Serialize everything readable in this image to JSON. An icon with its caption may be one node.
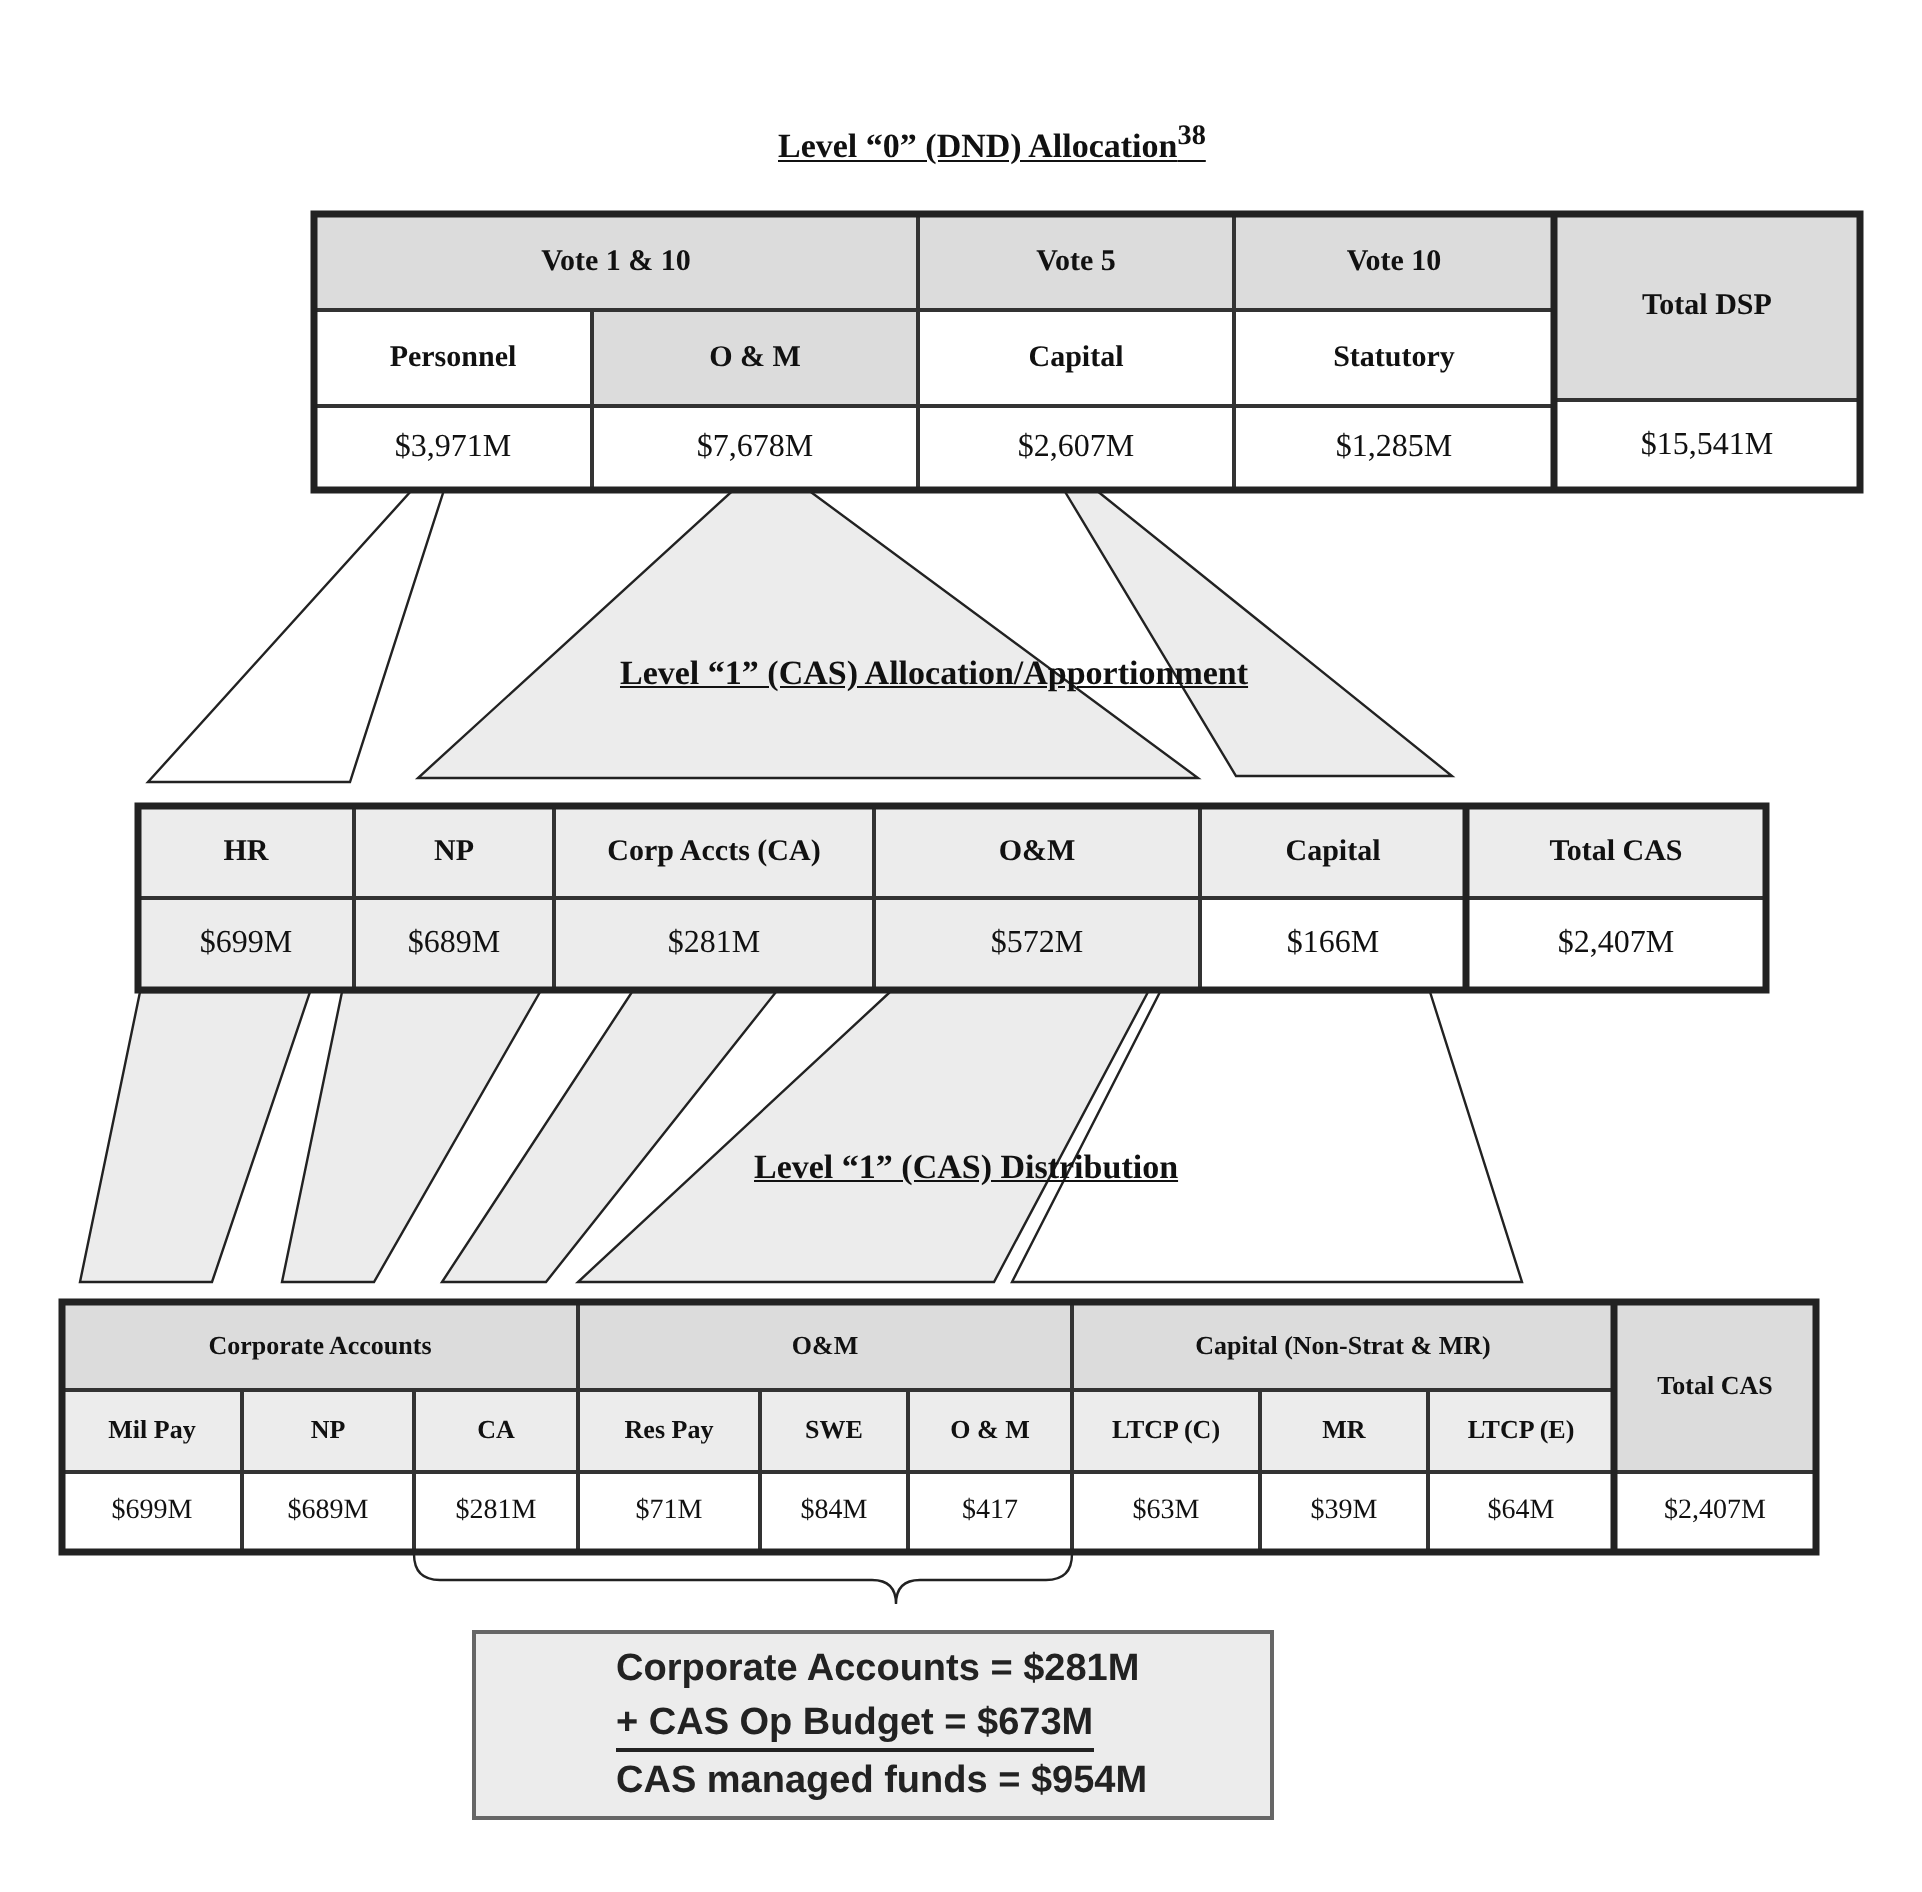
{
  "diagram": {
    "title": "Level “0” (DND) Allocation$^{38}$",
    "nodes": [
      {
        "text": [
          "Corporate Accounts = $281M",
          "+ CAS Op Budget = $673M",
          "CAS managed funds = $954M"
        ]
      }
    ],
    "labels": [
      "Vote 1 & 10",
      "Vote 5",
      "Vote 10",
      "Total DSP",
      "Personnel",
      "O & M",
      "Capital",
      "Statutory",
      "$3,971M",
      "$7,678M",
      "$2,607M",
      "$1,285M",
      "$15,541M",
      "Level “1” (CAS) Allocation/Apportionment",
      "HR",
      "NP",
      "Corp Accts (CA)",
      "O&M",
      "Capital",
      "Total CAS",
      "$699M",
      "$689M",
      "$281M",
      "$572M",
      "$166M",
      "$2,407M",
      "Level “1” (CAS) Distribution",
      "Corporate Accounts",
      "O&M",
      "Capital (Non-Strat & MR)",
      "Total CAS",
      "Mil Pay",
      "NP",
      "CA",
      "Res Pay",
      "SWE",
      "O & M",
      "LTCP (C)",
      "MR",
      "LTCP (E)",
      "$699M",
      "$689M",
      "$281M",
      "$71M",
      "$84M",
      "$417",
      "$63M",
      "$39M",
      "$64M",
      "$2,407M"
    ]
  }
}
